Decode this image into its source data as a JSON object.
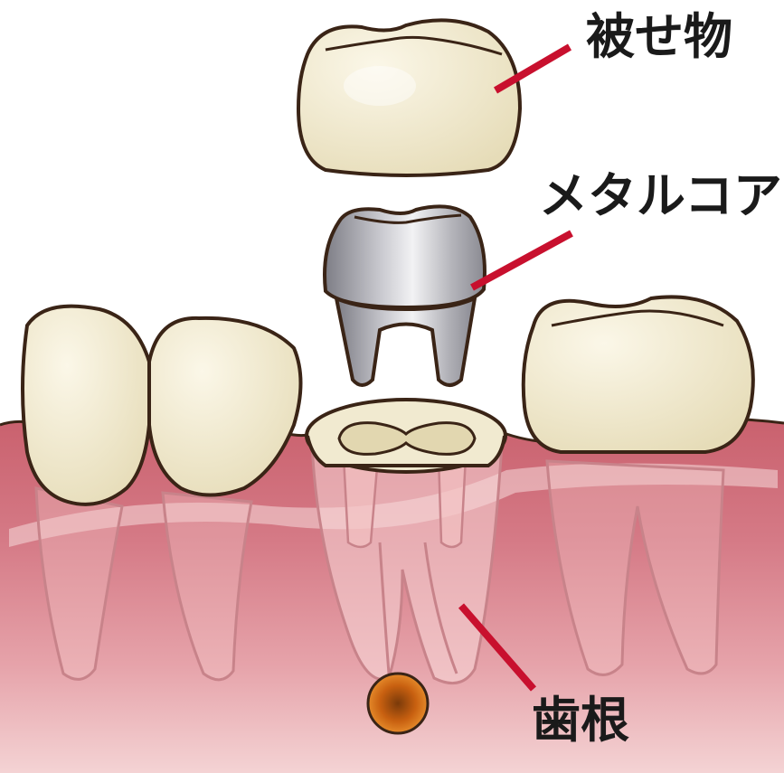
{
  "labels": {
    "crown": "被せ物",
    "metal_core": "メタルコア",
    "root": "歯根"
  },
  "colors": {
    "gum": "#d57a86",
    "gum_light": "#eab2b6",
    "tooth": "#f3ecd2",
    "outline": "#3a2416",
    "leader_line": "#c8102e",
    "metal": "#a8a8ae",
    "infection": "#c86010"
  }
}
